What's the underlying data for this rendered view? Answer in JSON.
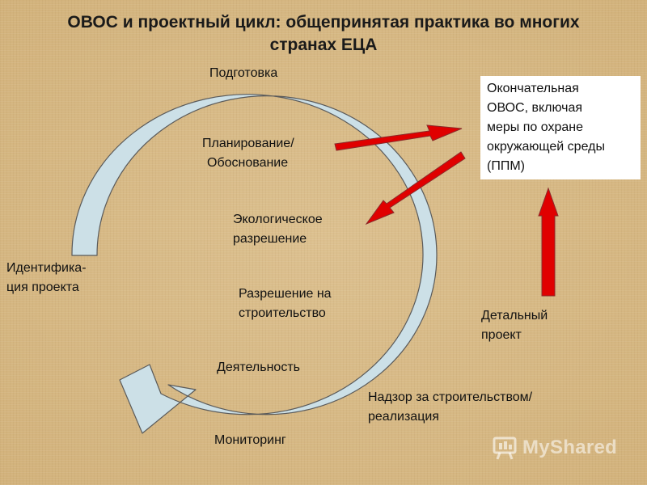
{
  "title": {
    "line1": "ОВОС и проектный цикл: общепринятая практика во многих",
    "line2": "странах ЕЦА"
  },
  "cycle": {
    "preparation": "Подготовка",
    "planning_line1": "Планирование/",
    "planning_line2": "Обоснование",
    "env_permit_line1": "Экологическое",
    "env_permit_line2": "разрешение",
    "build_permit_line1": "Разрешение на",
    "build_permit_line2": "строительство",
    "activity": "Деятельность",
    "monitoring": "Мониторинг",
    "identification_line1": "Идентифика-",
    "identification_line2": "ция проекта"
  },
  "final_eia": {
    "lines": [
      "Окончательная",
      "ОВОС, включая",
      "меры по охране",
      "окружающей среды",
      "(ППМ)"
    ]
  },
  "detailed_project": {
    "line1": "Детальный",
    "line2": "проект"
  },
  "supervision": {
    "line1": "Надзор за строительством/",
    "line2": "реализация"
  },
  "watermark": {
    "text": "MyShared",
    "icon": "presentation-board-icon"
  },
  "colors": {
    "cycle_fill": "#cce0e7",
    "cycle_stroke": "#5a5a5a",
    "arrow_red": "#ee0000",
    "background": "#d7b985"
  }
}
